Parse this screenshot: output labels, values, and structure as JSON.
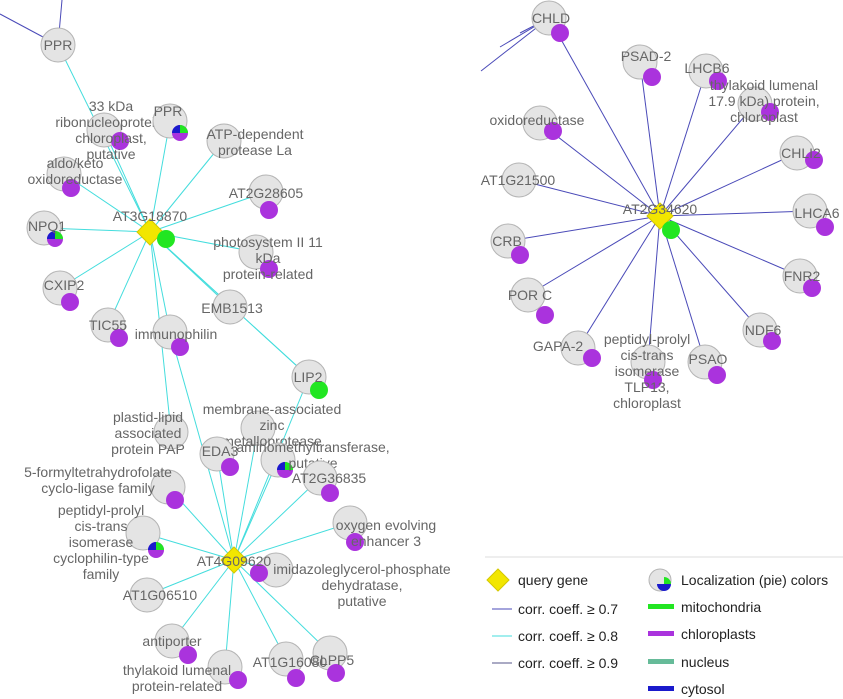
{
  "colors": {
    "mitochondria": "#22e622",
    "chloroplasts": "#aa33dd",
    "nucleus": "#66bb99",
    "cytosol": "#1a1acc",
    "query": "#f2e600",
    "node_fill": "#e4e4e4",
    "node_stroke": "#b4b4b4",
    "edge_07": "#4a4ab8",
    "edge_08": "#44dddd",
    "edge_09": "#555588"
  },
  "networks": [
    {
      "hub": {
        "id": "AT3G18870",
        "label": "AT3G18870",
        "loc": "mitochondria"
      },
      "nodes": [
        {
          "id": "PPR_a",
          "lines": [
            "PPR"
          ],
          "loc": null
        },
        {
          "id": "rnp33",
          "lines": [
            "33 kDa",
            "ribonucleoprotein,",
            "chloroplast,",
            "putative"
          ],
          "loc": "chloroplasts"
        },
        {
          "id": "PPR_b",
          "lines": [
            "PPR"
          ],
          "loc": "pie"
        },
        {
          "id": "protLa",
          "lines": [
            "ATP-dependent",
            "protease La"
          ],
          "loc": null
        },
        {
          "id": "aldo",
          "lines": [
            "aldo/keto",
            "oxidoreductase"
          ],
          "loc": "chloroplasts"
        },
        {
          "id": "AT2G28605",
          "lines": [
            "AT2G28605"
          ],
          "loc": "chloroplasts"
        },
        {
          "id": "NPQ1",
          "lines": [
            "NPQ1"
          ],
          "loc": "pie"
        },
        {
          "id": "psii11",
          "lines": [
            "photosystem II 11",
            "kDa",
            "protein-related"
          ],
          "loc": "chloroplasts"
        },
        {
          "id": "CXIP2",
          "lines": [
            "CXIP2"
          ],
          "loc": "chloroplasts"
        },
        {
          "id": "EMB1513",
          "lines": [
            "EMB1513"
          ],
          "loc": null
        },
        {
          "id": "TIC55",
          "lines": [
            "TIC55"
          ],
          "loc": "chloroplasts"
        },
        {
          "id": "immuno",
          "lines": [
            "immunophilin"
          ],
          "loc": "chloroplasts"
        },
        {
          "id": "LIP2",
          "lines": [
            "LIP2"
          ],
          "loc": "mitochondria"
        },
        {
          "id": "pap",
          "lines": [
            "plastid-lipid",
            "associated",
            "protein PAP"
          ],
          "loc": null
        }
      ]
    },
    {
      "hub": {
        "id": "AT2G34620",
        "label": "AT2G34620",
        "loc": "mitochondria"
      },
      "nodes": [
        {
          "id": "CHLD",
          "lines": [
            "CHLD"
          ],
          "loc": "chloroplasts"
        },
        {
          "id": "PSAD2",
          "lines": [
            "PSAD-2"
          ],
          "loc": "chloroplasts"
        },
        {
          "id": "LHCB6",
          "lines": [
            "LHCB6"
          ],
          "loc": "chloroplasts"
        },
        {
          "id": "tlum179",
          "lines": [
            "thylakoid lumenal",
            "17.9 kDa) protein,",
            "chloroplast"
          ],
          "loc": "chloroplasts"
        },
        {
          "id": "oxidored",
          "lines": [
            "oxidoreductase"
          ],
          "loc": "chloroplasts"
        },
        {
          "id": "CHLI2",
          "lines": [
            "CHLI2"
          ],
          "loc": "chloroplasts"
        },
        {
          "id": "AT1G21500",
          "lines": [
            "AT1G21500"
          ],
          "loc": null
        },
        {
          "id": "LHCA6",
          "lines": [
            "LHCA6"
          ],
          "loc": "chloroplasts"
        },
        {
          "id": "CRB",
          "lines": [
            "CRB"
          ],
          "loc": "chloroplasts"
        },
        {
          "id": "FNR2",
          "lines": [
            "FNR2"
          ],
          "loc": "chloroplasts"
        },
        {
          "id": "PORC",
          "lines": [
            "POR C"
          ],
          "loc": "chloroplasts"
        },
        {
          "id": "NDF6",
          "lines": [
            "NDF6"
          ],
          "loc": "chloroplasts"
        },
        {
          "id": "GAPA2",
          "lines": [
            "GAPA-2"
          ],
          "loc": "chloroplasts"
        },
        {
          "id": "tlp13",
          "lines": [
            "peptidyl-prolyl",
            "cis-trans",
            "isomerase",
            "TLP13,",
            "chloroplast"
          ],
          "loc": "chloroplasts"
        },
        {
          "id": "PSAO",
          "lines": [
            "PSAO"
          ],
          "loc": "chloroplasts"
        }
      ]
    },
    {
      "hub": {
        "id": "AT4G09620",
        "label": "AT4G09620",
        "loc": "chloroplasts"
      },
      "nodes": [
        {
          "id": "mzinc",
          "lines": [
            "membrane-associated",
            "zinc",
            "metalloprotease"
          ],
          "loc": null
        },
        {
          "id": "EDA3",
          "lines": [
            "EDA3"
          ],
          "loc": "chloroplasts"
        },
        {
          "id": "amino",
          "lines": [
            "aminomethyltransferase,",
            "putative"
          ],
          "loc": "pie"
        },
        {
          "id": "formyl",
          "lines": [
            "5-formyltetrahydrofolate",
            "cyclo-ligase family"
          ],
          "loc": "chloroplasts"
        },
        {
          "id": "AT2G36835",
          "lines": [
            "AT2G36835"
          ],
          "loc": "chloroplasts"
        },
        {
          "id": "cyclo",
          "lines": [
            "peptidyl-prolyl",
            "cis-trans",
            "isomerase",
            "cyclophilin-type",
            "family"
          ],
          "loc": "pie"
        },
        {
          "id": "oee3",
          "lines": [
            "oxygen evolving",
            "enhancer 3"
          ],
          "loc": "chloroplasts"
        },
        {
          "id": "imid",
          "lines": [
            "imidazoleglycerol-phosphate",
            "dehydratase,",
            "putative"
          ],
          "loc": null
        },
        {
          "id": "AT1G06510",
          "lines": [
            "AT1G06510"
          ],
          "loc": null
        },
        {
          "id": "CLPP5",
          "lines": [
            "CLPP5"
          ],
          "loc": "chloroplasts"
        },
        {
          "id": "antiporter",
          "lines": [
            "antiporter"
          ],
          "loc": "chloroplasts"
        },
        {
          "id": "AT1G16080",
          "lines": [
            "AT1G16080"
          ],
          "loc": "chloroplasts"
        },
        {
          "id": "tlumrel",
          "lines": [
            "thylakoid lumenal",
            "protein-related"
          ],
          "loc": "chloroplasts"
        }
      ]
    }
  ],
  "legend": {
    "query_gene": "query gene",
    "localization_title": "Localization (pie) colors",
    "edge_entries": [
      "corr. coeff. ≥ 0.7",
      "corr. coeff. ≥ 0.8",
      "corr. coeff. ≥ 0.9"
    ],
    "loc_entries": [
      {
        "label": "mitochondria",
        "color": "#22e622"
      },
      {
        "label": "chloroplasts",
        "color": "#aa33dd"
      },
      {
        "label": "nucleus",
        "color": "#66bb99"
      },
      {
        "label": "cytosol",
        "color": "#1a1acc"
      }
    ]
  }
}
